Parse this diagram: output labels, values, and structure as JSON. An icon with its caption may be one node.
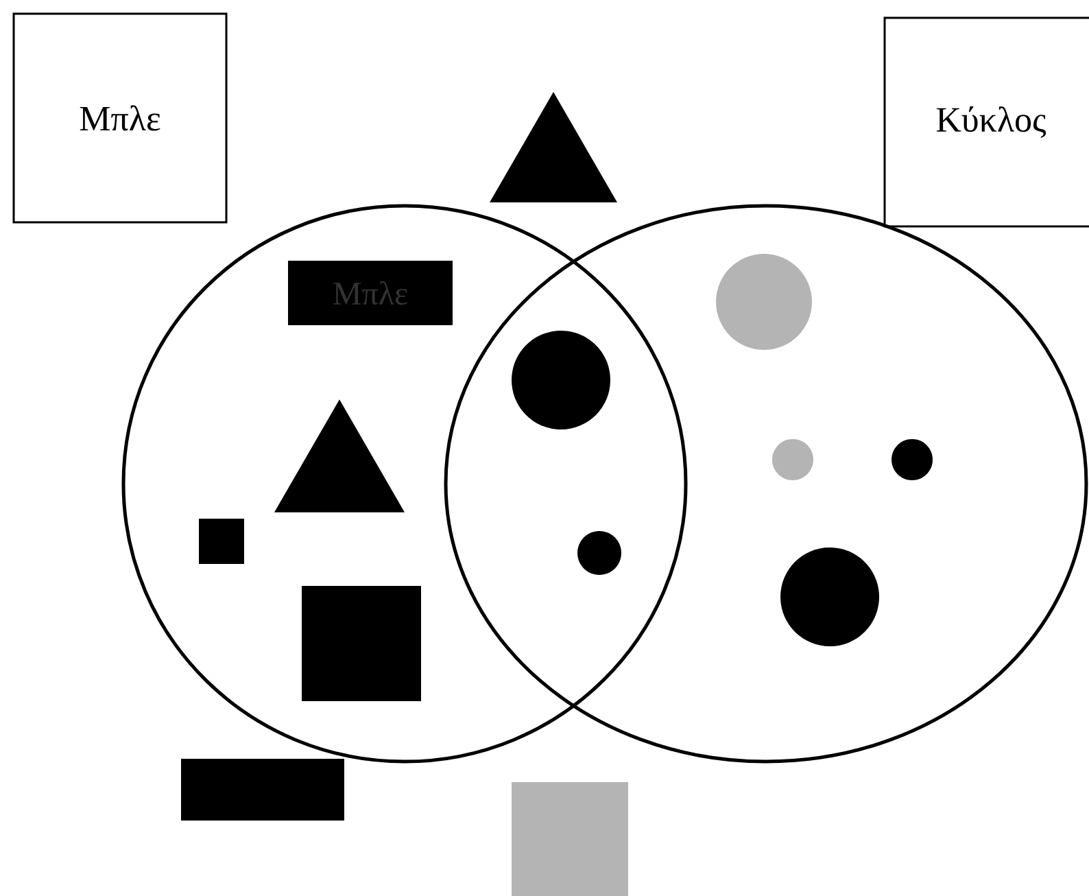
{
  "diagram": {
    "nodes": [
      {
        "text": [
          "Μπλε"
        ]
      },
      {
        "text": [
          "Κύκλος"
        ]
      },
      {
        "text": [],
        "shape": "triangle"
      },
      {
        "text": [],
        "shape": "circle"
      },
      {
        "text": [],
        "shape": "circle"
      },
      {
        "text": [
          "Μπλε"
        ],
        "in": 3
      },
      {
        "text": [],
        "shape": "circle",
        "in": 4
      },
      {
        "text": [],
        "shape": "circle"
      },
      {
        "text": [],
        "shape": "triangle",
        "in": 3
      },
      {
        "text": [],
        "shape": "circle",
        "in": 4
      },
      {
        "text": [],
        "shape": "circle",
        "in": 4
      },
      {
        "text": [],
        "shape": "box",
        "in": 3
      },
      {
        "text": [],
        "shape": "circle"
      },
      {
        "text": [],
        "shape": "box",
        "in": 3
      },
      {
        "text": [],
        "shape": "circle",
        "in": 4
      },
      {
        "text": [],
        "shape": "box"
      },
      {
        "text": [],
        "shape": "box"
      }
    ]
  }
}
